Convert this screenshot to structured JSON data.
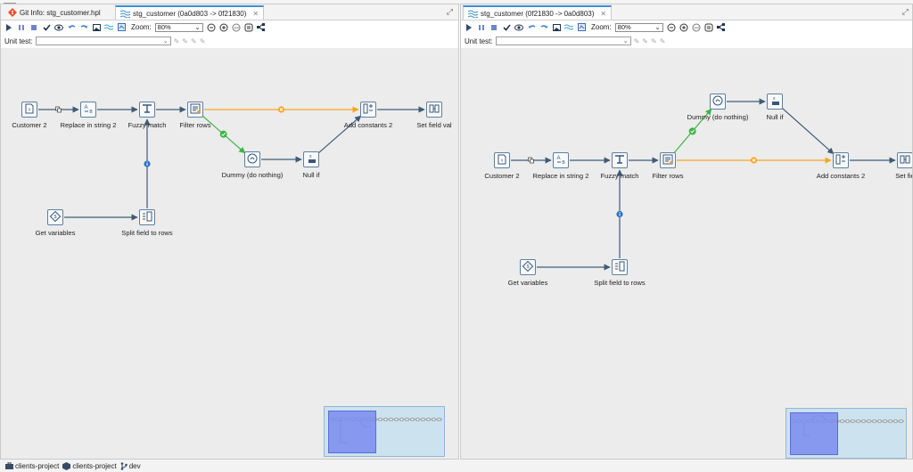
{
  "window": {
    "left_tabs": [
      {
        "label": "Git Info: stg_customer.hpl",
        "active": false
      },
      {
        "label": "stg_customer (0a0d803 -> 0f21830)",
        "active": true
      }
    ],
    "right_tabs": [
      {
        "label": "stg_customer (0f21830 -> 0a0d803)",
        "active": true
      }
    ]
  },
  "toolbar": {
    "zoom_label": "Zoom:",
    "zoom_value": "80%",
    "unit_test_label": "Unit test:"
  },
  "left_graph": {
    "nodes": [
      {
        "id": "customer2",
        "label": "Customer 2",
        "icon": "text-file-input-icon"
      },
      {
        "id": "replace",
        "label": "Replace in string 2",
        "icon": "replace-string-icon"
      },
      {
        "id": "fuzzy",
        "label": "Fuzzy match",
        "icon": "fuzzy-match-icon"
      },
      {
        "id": "filter",
        "label": "Filter rows",
        "icon": "filter-rows-icon"
      },
      {
        "id": "dummy",
        "label": "Dummy (do nothing)",
        "icon": "dummy-icon"
      },
      {
        "id": "nullif",
        "label": "Null if",
        "icon": "null-if-icon"
      },
      {
        "id": "addconst",
        "label": "Add constants 2",
        "icon": "add-constants-icon"
      },
      {
        "id": "setfield",
        "label": "Set field val",
        "icon": "set-field-value-icon"
      },
      {
        "id": "getvars",
        "label": "Get variables",
        "icon": "get-variables-icon"
      },
      {
        "id": "split",
        "label": "Split field to rows",
        "icon": "split-field-icon"
      }
    ]
  },
  "right_graph": {
    "nodes": [
      {
        "id": "customer2",
        "label": "Customer 2",
        "icon": "text-file-input-icon"
      },
      {
        "id": "replace",
        "label": "Replace in string 2",
        "icon": "replace-string-icon"
      },
      {
        "id": "fuzzy",
        "label": "Fuzzy match",
        "icon": "fuzzy-match-icon"
      },
      {
        "id": "filter",
        "label": "Filter rows",
        "icon": "filter-rows-icon"
      },
      {
        "id": "dummy",
        "label": "Dummy (do nothing)",
        "icon": "dummy-icon"
      },
      {
        "id": "nullif",
        "label": "Null if",
        "icon": "null-if-icon"
      },
      {
        "id": "addconst",
        "label": "Add constants 2",
        "icon": "add-constants-icon"
      },
      {
        "id": "setfield",
        "label": "Set fie",
        "icon": "set-field-value-icon"
      },
      {
        "id": "getvars",
        "label": "Get variables",
        "icon": "get-variables-icon"
      },
      {
        "id": "split",
        "label": "Split field to rows",
        "icon": "split-field-icon"
      }
    ]
  },
  "statusbar": {
    "project1": "clients-project",
    "project2": "clients-project",
    "branch": "dev"
  },
  "colors": {
    "hop_normal": "#3f5b77",
    "hop_true": "#3cb544",
    "hop_false": "#f5a623",
    "hop_info": "#2a72c8",
    "canvas": "#ececec",
    "accent": "#3d8fd8"
  }
}
